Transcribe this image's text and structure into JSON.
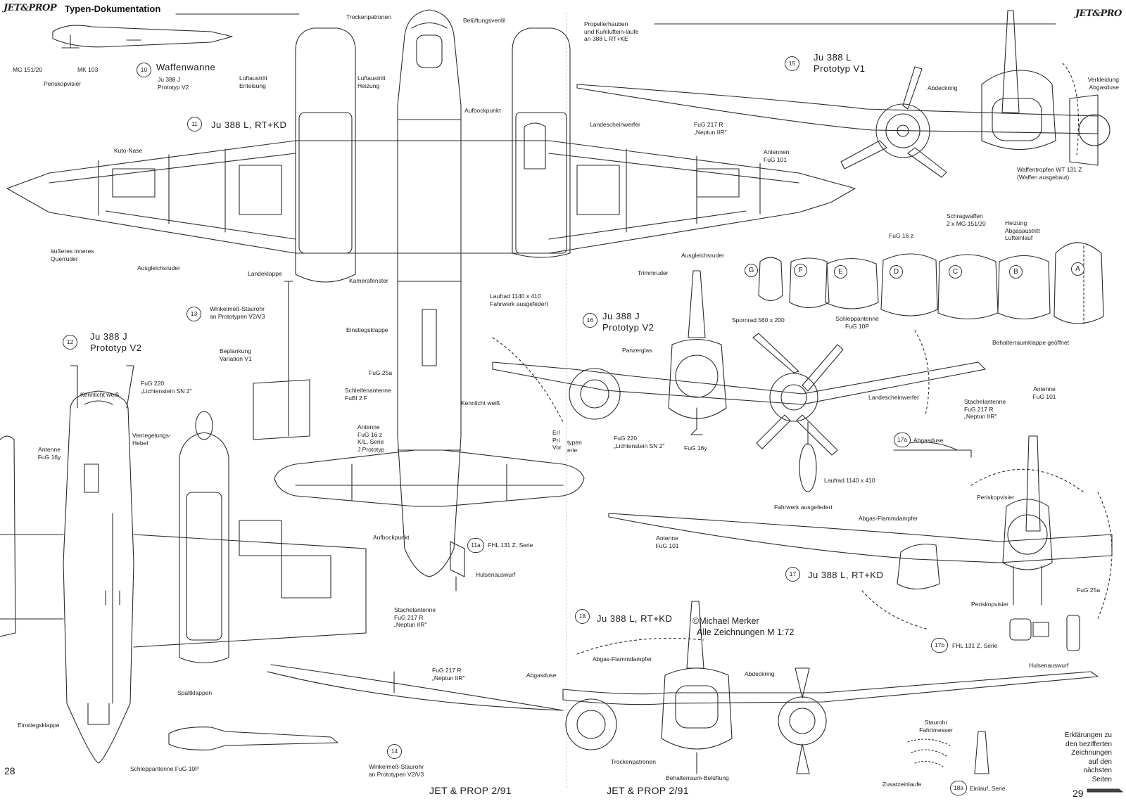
{
  "header": {
    "brand_left": "JET&PROP",
    "title": "Typen-Dokumentation",
    "brand_right": "JET&PRO"
  },
  "footer": {
    "page_left": "28",
    "magazine_left": "JET & PROP 2/91",
    "magazine_right": "JET & PROP 2/91",
    "page_right": "29"
  },
  "credit": {
    "line1": "©Michael Merker",
    "line2": "Alle Zeichnungen M 1:72"
  },
  "note": "Erklärungen zu\nden bezifferten\nZeichnungen\nauf den\nnächsten\nSeiten",
  "drawings": [
    {
      "num": "10",
      "title": "Waffenwanne",
      "subtitle": "Ju 388 J\nPrototyp V2"
    },
    {
      "num": "11",
      "title": "Ju 388 L, RT+KD"
    },
    {
      "num": "12",
      "title": "Ju 388 J\nPrototyp V2"
    },
    {
      "num": "13",
      "title": "Winkelmeß-Staurohr\nan Prototypen V2/V3"
    },
    {
      "num": "14",
      "title": "Winkelmeß-Staurohr\nan Prototypen V2/V3"
    },
    {
      "num": "15",
      "title": "Ju 388 L\nPrototyp V1"
    },
    {
      "num": "16",
      "title": "Ju 388 J\nPrototyp V2"
    },
    {
      "num": "17",
      "title": "Ju 388 L, RT+KD"
    },
    {
      "num": "17a",
      "title": "Abgasduse"
    },
    {
      "num": "17b",
      "title": "FHL 131 Z, Serie"
    },
    {
      "num": "18",
      "title": "Ju 388 L, RT+KD"
    },
    {
      "num": "18a",
      "title": "Einlauf, Serie"
    },
    {
      "num": "11a",
      "title": "FHL 131 Z, Serie"
    }
  ],
  "nose_variants": [
    "G",
    "F",
    "E",
    "D",
    "C",
    "B",
    "A"
  ],
  "labels": {
    "mg151": "MG 151/20",
    "mk103": "MK 103",
    "periskop_left": "Periskopvisier",
    "luftaustritt_enteisung": "Luftaustritt\nEnteisung",
    "trockenpatronen_top": "Trockenpatronen",
    "belueftungsventil": "Belüftungsventil",
    "luftaustritt_heizung": "Luftaustritt\nHeizung",
    "aufbockpunkt_top": "Aufbockpunkt",
    "kuto_nase": "Kuto-Nase",
    "ausseres_querruder": "äußeres   inneres\nQuerruder",
    "ausgleichsruder_left": "Ausgleichsruder",
    "landeklappe": "Landeklappe",
    "kamerafenster": "Kamerafenster",
    "laufrad_center": "Laufrad  1140 x 410\nFahrwerk ausgefedert",
    "einstiegsklappe_center": "Einstiegsklappe",
    "fug25a_center": "FuG 25a",
    "schleppantenne_fubl": "Schleifenantenne\nFuBl 2 F",
    "antenne_fug16z": "Antenne\nFuG 16 z\nK/L, Serie\nJ Prototyp",
    "kennlicht_center": "Kennlicht weiß",
    "beplankung": "Beplankung\nVariation V1",
    "fug220_left": "FuG 220\n„Lichtenstein SN 2\"",
    "kennlicht_left": "Kennlicht weiß",
    "verriegelung": "Verriegelungs-\nHebel",
    "antenne_fug16y": "Antenne\nFuG 16y",
    "aufbockpunkt_bottom": "Aufbockpunkt",
    "huelsenauswurf_center": "Hulsenauswurf",
    "stachelantenne_center": "Stachelantenne\nFuG 217 R\n„Neptun IIR\"",
    "fug217_bottom": "FuG 217 R\n„Neptun IIR\"",
    "abgasduse_bottom": "Abgasduse",
    "spaltklappen": "Spaltklappen",
    "einstiegsklappe_left": "Einstiegsklappe",
    "schleppantenne_fug10p_left": "Schleppantenne FuG 10P",
    "propellerhauben": "Propellerhauben\nund Kuhlluftein‑laufe\nan 388 L  RT+KE",
    "landescheinwerfer_top": "Landescheinwerfer",
    "fug217_top": "FuG 217 R\n„Neptun IIR\"",
    "antennen_fug101": "Antennen\nFuG 101",
    "abdeckring_top": "Abdeckring",
    "verkleidung": "Verkleidung\nAbgasduse",
    "waffentropfen": "Waffentropfen WT 131 Z\n(Waffen ausgebaut)",
    "ausgleichsruder_right": "Ausgleichsruder",
    "trimmruder": "Trimmruder",
    "schragwaffen": "Schragwaffen\n2 x MG 151/20",
    "fug16z_nose": "FuG 16 z",
    "heizung": "Heizung\nAbgasaustritt\nLufteinlauf",
    "spornrad": "Spornrad  560 x 200",
    "schleppantenne_fug10p_right": "Schleppantenne\nFuG 10P",
    "behalterraumklappe": "Behalterraumklappe geöffnet",
    "panzerglas": "Panzerglas",
    "landescheinwerfer_mid": "Landescheinwerfer",
    "stachelantenne_right": "Stachelantenne\nFuG 217 R\n„Neptun IIR\"",
    "antenne_fug101_right": "Antenne\nFuG 101",
    "fug220_right": "FuG 220\n„Lichtenstein SN 2\"",
    "fug16y_right": "FuG 16y",
    "erl_partial": "Erl\nPri\nVor",
    "typen_partial": "typen\nerie",
    "laufrad_right": "Laufrad  1140 x 410",
    "fahrwerk_right": "Fahrwerk ausgefedert",
    "abgas_flammdampfer_mid": "Abgas-Flammdampfer",
    "periskopvisier_right": "Periskopvisier",
    "antenne_fug101_low": "Antenne\nFuG 101",
    "fug25a_right": "FuG 25a",
    "periskopvisier_low": "Periskopvisier",
    "huelsenauswurf_right": "Hulsenauswurf",
    "abgas_flammdampfer_low": "Abgas-Flammdampfer",
    "abdeckring_low": "Abdeckring",
    "staurohr": "Staurohr\nFahrtmesser",
    "trockenpatronen_low": "Trockenpatronen",
    "behalterraum_beluftung": "Behalterraum-Belüftung",
    "zusatzeinlaufe": "Zusatzeinlaufe"
  }
}
